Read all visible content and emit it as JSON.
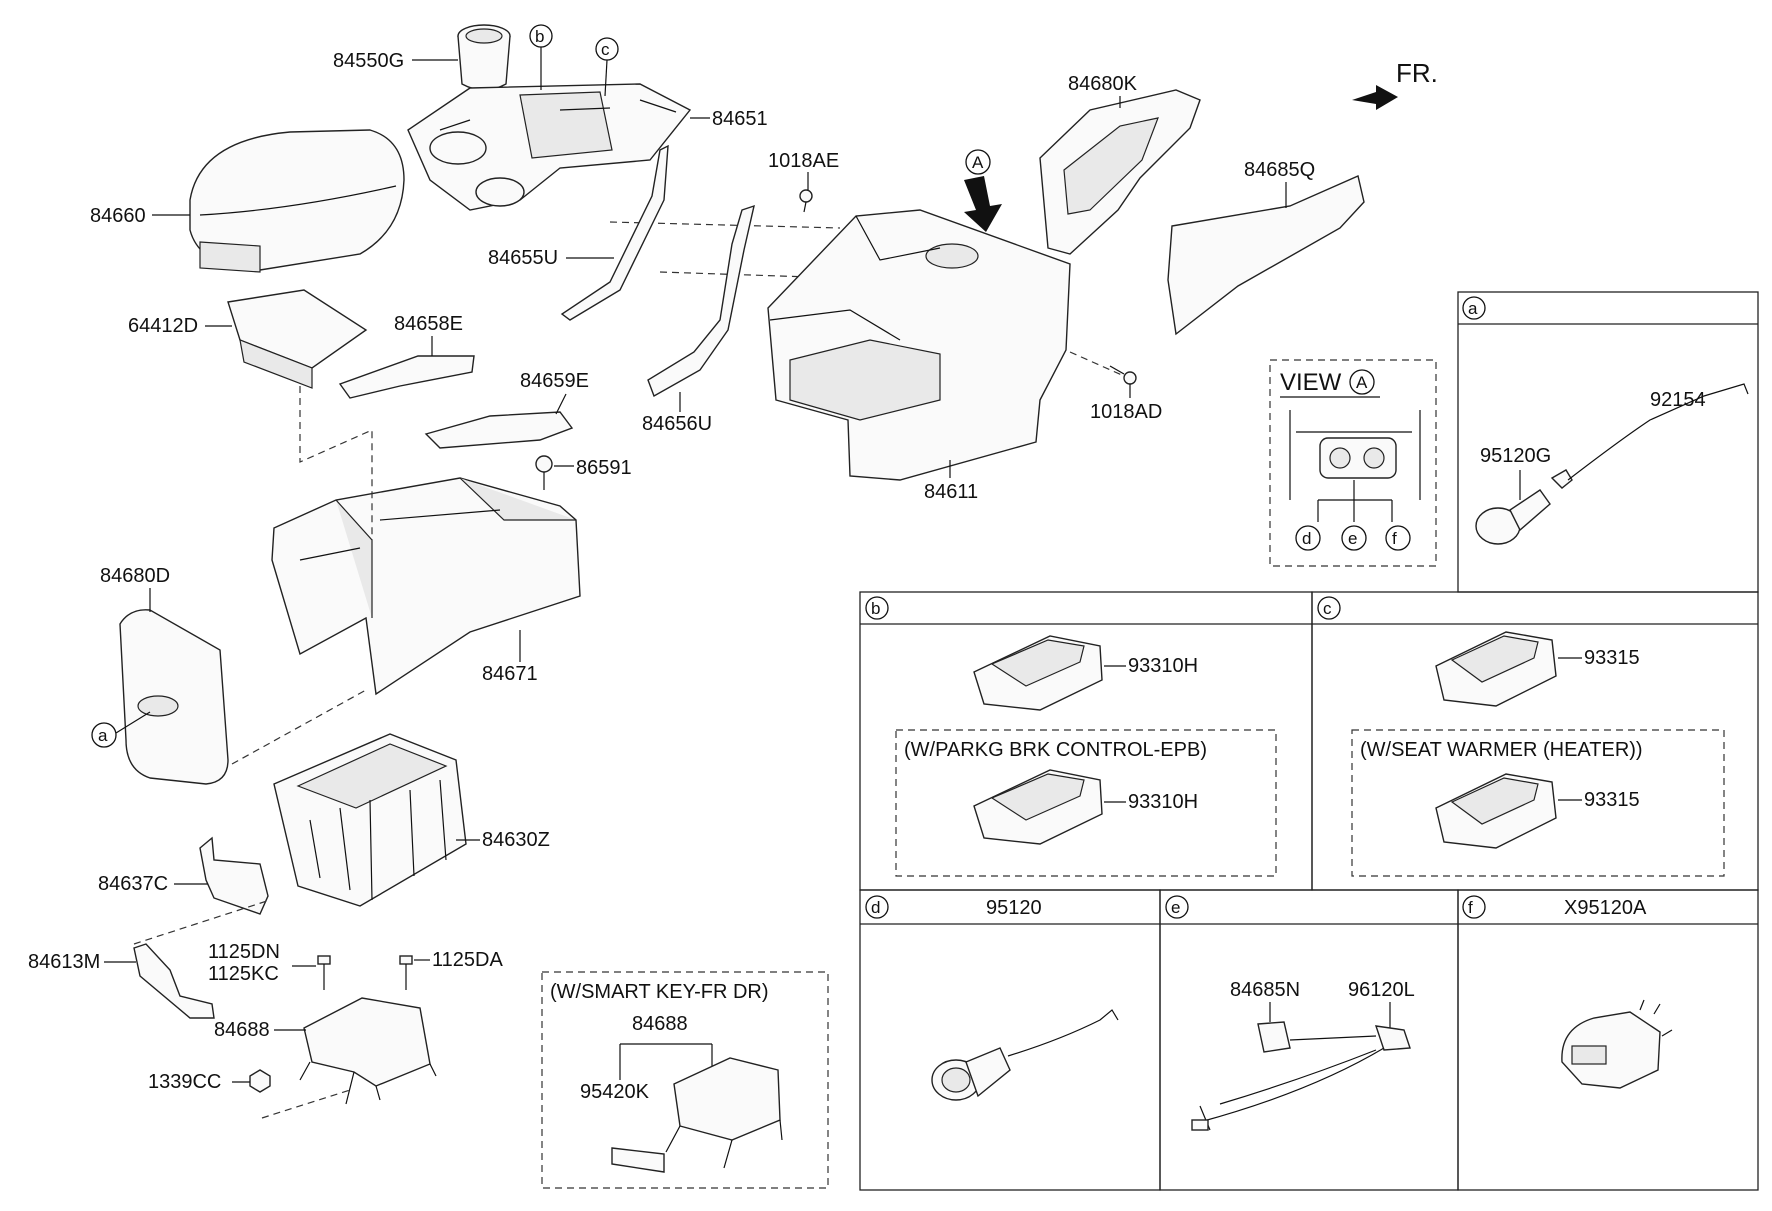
{
  "orientation": "FR.",
  "parts": {
    "p84550G": "84550G",
    "p84651": "84651",
    "p84660": "84660",
    "p64412D": "64412D",
    "p84658E": "84658E",
    "p84659E": "84659E",
    "p86591": "86591",
    "p84655U": "84655U",
    "p84656U": "84656U",
    "p1018AE": "1018AE",
    "p1018AD": "1018AD",
    "p84611": "84611",
    "p84680K": "84680K",
    "p84685Q": "84685Q",
    "p84680D": "84680D",
    "p84671": "84671",
    "p84630Z": "84630Z",
    "p84637C": "84637C",
    "p84613M": "84613M",
    "p1125DN": "1125DN",
    "p1125KC": "1125KC",
    "p1125DA": "1125DA",
    "p84688": "84688",
    "p1339CC": "1339CC",
    "p95420K": "95420K",
    "p84688b": "84688",
    "p92154": "92154",
    "p95120G": "95120G",
    "p93310H_a": "93310H",
    "p93310H_b": "93310H",
    "p93315_a": "93315",
    "p93315_b": "93315",
    "p84685N": "84685N",
    "p96120L": "96120L"
  },
  "callouts": {
    "a": "a",
    "b": "b",
    "c": "c",
    "d": "d",
    "e": "e",
    "f": "f",
    "A": "A"
  },
  "view": {
    "label": "VIEW",
    "ref": "A"
  },
  "variants": {
    "smart_key": "(W/SMART KEY-FR DR)",
    "epb": "(W/PARKG BRK CONTROL-EPB)",
    "seat_warmer": "(W/SEAT WARMER (HEATER))"
  },
  "panels": {
    "a": {
      "tag": "a"
    },
    "b": {
      "tag": "b"
    },
    "c": {
      "tag": "c"
    },
    "d": {
      "tag": "d",
      "title": "95120"
    },
    "e": {
      "tag": "e"
    },
    "f": {
      "tag": "f",
      "title": "X95120A"
    }
  }
}
